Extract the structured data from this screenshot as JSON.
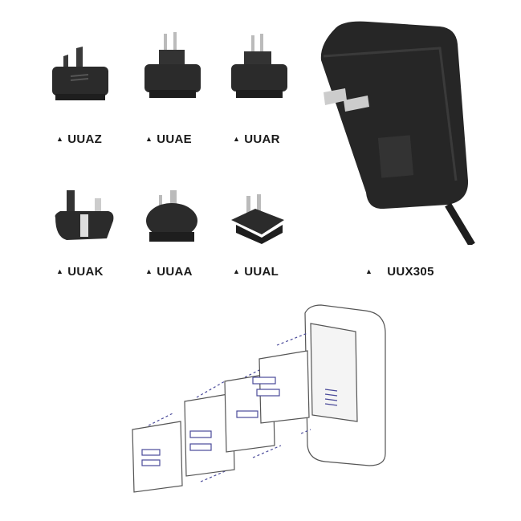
{
  "adapters": [
    {
      "model": "UUAZ"
    },
    {
      "model": "UUAE"
    },
    {
      "model": "UUAR"
    },
    {
      "model": "UUAK"
    },
    {
      "model": "UUAA"
    },
    {
      "model": "UUAL"
    }
  ],
  "power_supply": {
    "model": "UUX305"
  },
  "marker": "▲",
  "colors": {
    "plug_body": "#2b2b2b",
    "pin": "#c9c9c9",
    "diagram_line": "#4a4a9a",
    "diagram_outline": "#555555"
  }
}
